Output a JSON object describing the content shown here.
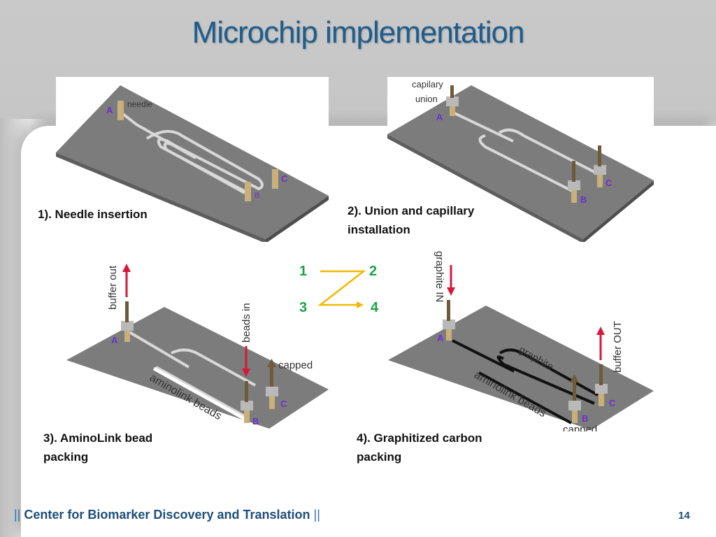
{
  "title": "Microchip implementation",
  "panels": [
    {
      "caption": "1). Needle insertion",
      "labels": {
        "needle": "needle",
        "A": "A",
        "B": "B",
        "C": "C"
      }
    },
    {
      "caption_line1": "2). Union and capillary",
      "caption_line2": "installation",
      "labels": {
        "capilary": "capilary",
        "union": "union",
        "A": "A",
        "B": "B",
        "C": "C"
      }
    },
    {
      "caption_line1": "3). AminoLink bead",
      "caption_line2": "packing",
      "labels": {
        "buffer_out": "buffer out",
        "beads_in": "beads in",
        "capped": "capped",
        "aminolink_beads": "aminolink beads",
        "A": "A",
        "B": "B",
        "C": "C"
      }
    },
    {
      "caption_line1": "4). Graphitized carbon",
      "caption_line2": "packing",
      "labels": {
        "graphite_in": "graphite IN",
        "buffer_out": "buffer OUT",
        "graphite": "graphite",
        "aminolink_beads": "aminolink beads",
        "capped": "capped",
        "A": "A",
        "B": "B",
        "C": "C"
      }
    }
  ],
  "order": {
    "n1": "1",
    "n2": "2",
    "n3": "3",
    "n4": "4"
  },
  "colors": {
    "title": "#1f5d8c",
    "chip": "#7a7a7a",
    "label_purple": "#6a2fd0",
    "order_green": "#1aa34a",
    "arrow_gold": "#f2b705",
    "arrow_red": "#d6183a"
  },
  "footer": {
    "left_bar": "||",
    "text": "Center for Biomarker Discovery and Translation",
    "right_bar": "||",
    "page": "14"
  }
}
